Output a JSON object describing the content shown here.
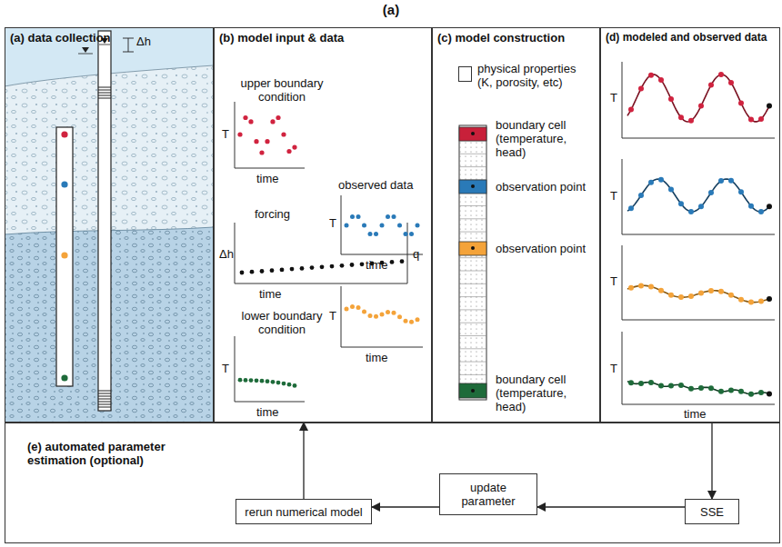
{
  "diagram": {
    "title": "(a)",
    "nodes": [
      {
        "text": [
          "(a) data collection"
        ]
      },
      {
        "text": [
          "(b) model input & data"
        ]
      },
      {
        "text": [
          "(c) model construction"
        ]
      },
      {
        "text": [
          "(d) modeled and observed data"
        ]
      },
      {
        "text": [
          "(e) automated parameter estimation (optional)"
        ]
      },
      {
        "text": [
          "rerun numerical model"
        ],
        "in": 4
      },
      {
        "text": [
          "update parameter"
        ],
        "in": 4
      },
      {
        "text": [
          "SSE"
        ],
        "in": 4
      }
    ],
    "edges": [
      {
        "from": 3,
        "to": 7,
        "arrow": "to"
      },
      {
        "from": 7,
        "to": 6,
        "arrow": "to"
      },
      {
        "from": 6,
        "to": 5,
        "arrow": "to"
      },
      {
        "from": 5,
        "to": 1,
        "arrow": "to"
      }
    ],
    "labels": [
      "Δh",
      "upper boundary condition",
      "T",
      "time",
      "forcing",
      "Δh",
      "q",
      "time",
      "lower boundary condition",
      "T",
      "time",
      "observed data",
      "T",
      "time",
      "T",
      "time",
      "boundary cell (temperature, head)",
      "observation point",
      "observation point",
      "boundary cell (temperature, head)",
      "T",
      "T",
      "T",
      "T",
      "time"
    ],
    "legend": [
      {
        "text": "physical properties (K, porosity, etc)",
        "color": "#ffffff"
      }
    ]
  }
}
